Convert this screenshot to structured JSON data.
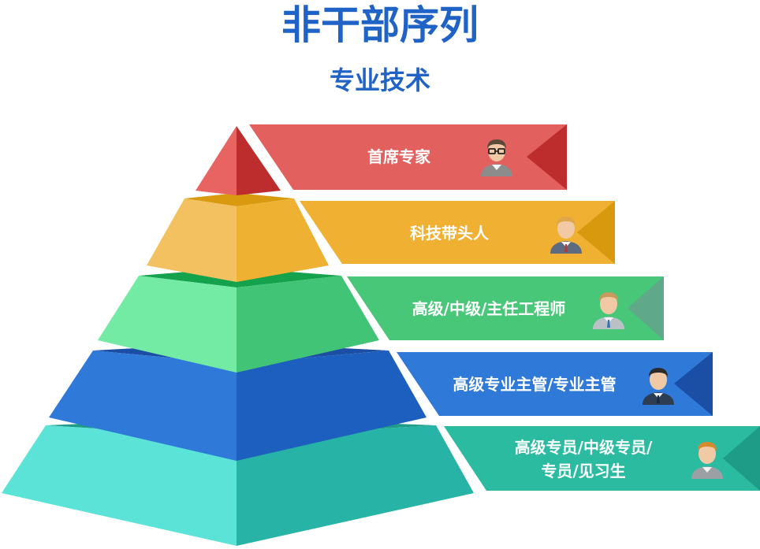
{
  "header": {
    "title": "非干部序列",
    "subtitle": "专业技术"
  },
  "colors": {
    "title": "#1f63c6",
    "tier1": "#e2615f",
    "tier2": "#f0b132",
    "tier3": "#48c779",
    "tier4": "#2f7ad9",
    "tier5": "#2bbba0"
  },
  "tiers": [
    {
      "label": "首席专家",
      "avatar": "person-glasses-icon"
    },
    {
      "label": "科技带头人",
      "avatar": "person-icon"
    },
    {
      "label": "高级/中级/主任工程师",
      "avatar": "person-icon"
    },
    {
      "label": "高级专业主管/专业主管",
      "avatar": "person-icon"
    },
    {
      "label_line1": "高级专员/中级专员/",
      "label_line2": "专员/见习生",
      "avatar": "person-icon"
    }
  ]
}
